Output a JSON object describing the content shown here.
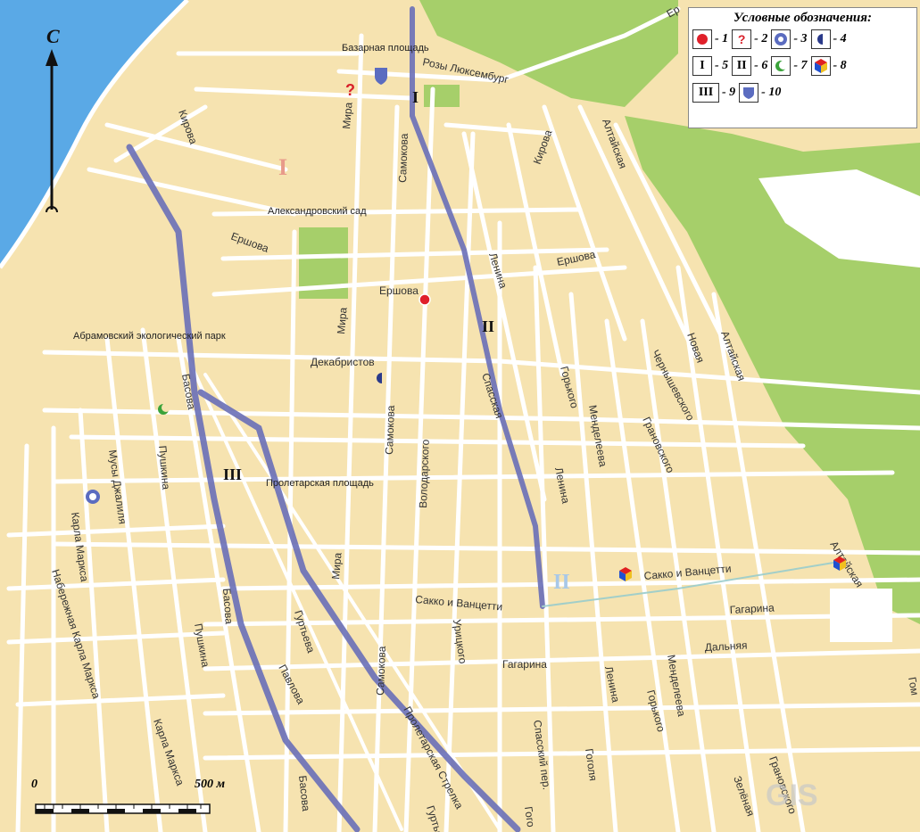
{
  "north": {
    "label": "С"
  },
  "legend": {
    "title": "Условные обозначения:",
    "items": [
      {
        "symbol": "circle-red",
        "num": "- 1"
      },
      {
        "symbol": "question",
        "num": "- 2",
        "text": "?"
      },
      {
        "symbol": "star-medallion",
        "num": "- 3"
      },
      {
        "symbol": "half-disc",
        "num": "- 4"
      },
      {
        "symbol": "roman",
        "text": "I",
        "num": "- 5"
      },
      {
        "symbol": "roman",
        "text": "II",
        "num": "- 6"
      },
      {
        "symbol": "crescent",
        "num": "- 7"
      },
      {
        "symbol": "cube",
        "num": "- 8"
      },
      {
        "symbol": "roman",
        "text": "III",
        "num": "- 9"
      },
      {
        "symbol": "shield",
        "num": "- 10"
      }
    ]
  },
  "zones": {
    "z1": "I",
    "z1b": "I",
    "z2": "II",
    "z2b": "II",
    "z3": "III"
  },
  "places": {
    "bazaar": "Базарная площадь",
    "alexsad": "Александровский сад",
    "abramov": "Абрамовский экологический парк",
    "proletarskaya": "Пролетарская площадь"
  },
  "streets": {
    "kirova": "Кирова",
    "kirova2": "Кирова",
    "ershova": "Ершова",
    "ershova2": "Ершова",
    "ershova3": "Ершова",
    "mira": "Мира",
    "mira2": "Мира",
    "mira3": "Мира",
    "samokova": "Самокова",
    "samokova2": "Самокова",
    "samokova3": "Самокова",
    "roza": "Розы Люксембург",
    "dekabristov": "Декабристов",
    "lenina": "Ленина",
    "lenina2": "Ленина",
    "lenina3": "Ленина",
    "spasskaya": "Спасская",
    "gorkogo": "Горького",
    "gorkogo2": "Горького",
    "mendeleeva": "Менделеева",
    "mendeleeva2": "Менделеева",
    "chernyshevskogo": "Чернышевского",
    "novaya": "Новая",
    "alleya": "Алтайская",
    "alleya2": "Алтайская",
    "alleya3": "Алтайская",
    "granovskogo": "Грановского",
    "granovskogo2": "Грановского",
    "volodarskogo": "Володарского",
    "basova": "Басова",
    "basova2": "Басова",
    "basova3": "Басова",
    "pushkina": "Пушкина",
    "pushkina2": "Пушкина",
    "musy": "Мусы Джалиля",
    "marxa": "Карла Маркса",
    "marxa2": "Карла Маркса",
    "nabmarxa": "Набережная Карла Маркса",
    "sacco": "Сакко и Ванцетти",
    "sacco2": "Сакко и Ванцетти",
    "gagarina": "Гагарина",
    "gagarina2": "Гагарина",
    "dalnyaya": "Дальняя",
    "gurtieva": "Гуртьева",
    "gurtieva2": "Гуртьева",
    "uritskogo": "Урицкого",
    "gogolya": "Гоголя",
    "spassky": "Спасский пер.",
    "strelka": "Пролетарская Стрелка",
    "zelenaya": "Зелёная",
    "pavlova": "Павлова",
    "edge1": "Ер",
    "edge2": "Гого",
    "edge3": "Гом"
  },
  "scale": {
    "zero": "0",
    "end": "500 м"
  },
  "watermark": "GIS",
  "colors": {
    "land": "#f6e3b0",
    "water": "#5aa9e6",
    "park": "#a6cf6a",
    "road": "#ffffff",
    "zone": "#6a6fb8"
  }
}
